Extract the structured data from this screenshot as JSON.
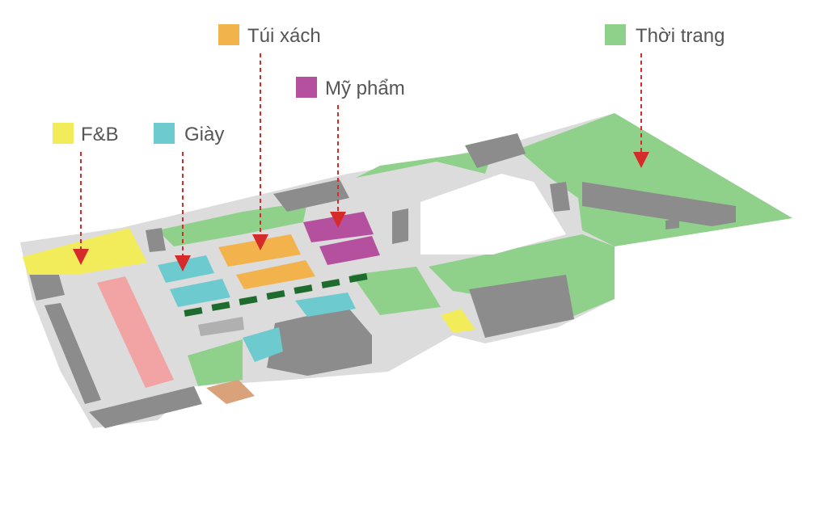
{
  "legend": [
    {
      "id": "fnb",
      "label": "F&B",
      "color": "#F2EC5A"
    },
    {
      "id": "giay",
      "label": "Giày",
      "color": "#6DCACF"
    },
    {
      "id": "tui-xach",
      "label": "Túi xách",
      "color": "#F2B34D"
    },
    {
      "id": "my-pham",
      "label": "Mỹ phẩm",
      "color": "#B4509E"
    },
    {
      "id": "thoi-trang",
      "label": "Thời trang",
      "color": "#8FD18A"
    }
  ],
  "colors": {
    "floor": "#DCDCDC",
    "building": "#8C8C8C",
    "walkway_markers": "#1E6B2E",
    "restricted": "#F2A3A3",
    "service": "#D9A27A",
    "arrow": "#D62B2B",
    "label_text": "#555555"
  }
}
